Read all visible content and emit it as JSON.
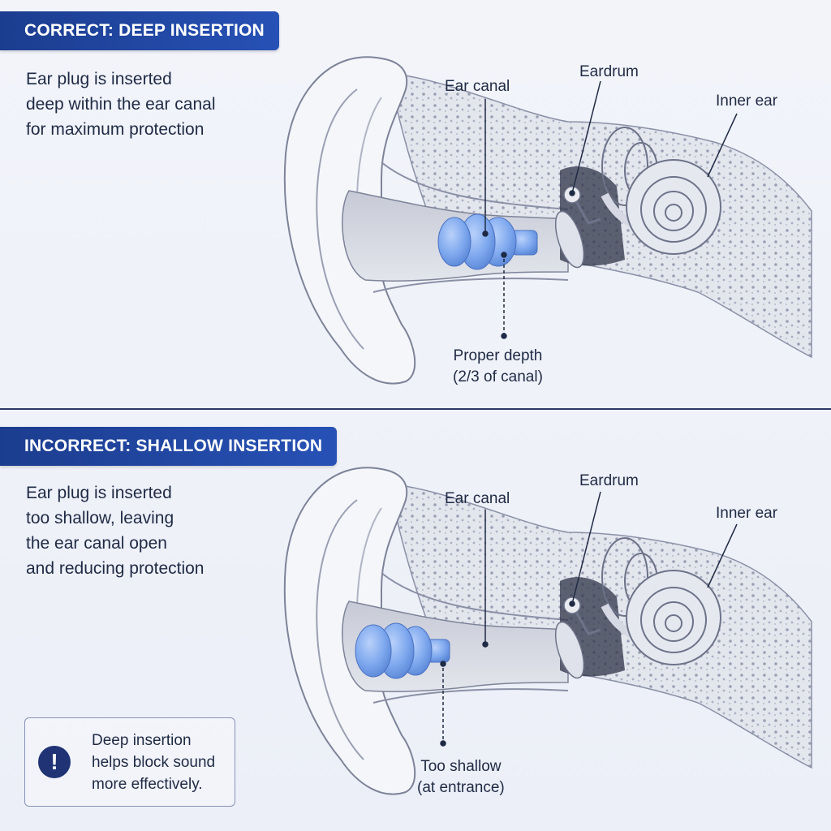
{
  "correct": {
    "banner": "CORRECT: DEEP INSERTION",
    "description": "Ear plug is inserted\ndeep within the ear canal\nfor maximum protection",
    "labels": {
      "ear_canal": "Ear canal",
      "eardrum": "Eardrum",
      "inner_ear": "Inner ear",
      "depth": "Proper depth\n(2/3 of canal)"
    }
  },
  "incorrect": {
    "banner": "INCORRECT: SHALLOW INSERTION",
    "description": "Ear plug is inserted\ntoo shallow, leaving\nthe ear canal open\nand reducing protection",
    "labels": {
      "ear_canal": "Ear canal",
      "eardrum": "Eardrum",
      "inner_ear": "Inner ear",
      "depth": "Too shallow\n(at entrance)"
    }
  },
  "note": {
    "icon": "exclamation-icon",
    "text": "Deep insertion\nhelps block sound\nmore effectively."
  },
  "colors": {
    "banner": "#2147a5",
    "plug": "#7ea8ee",
    "line": "#1f2a44",
    "bone": "#d9dce6"
  }
}
